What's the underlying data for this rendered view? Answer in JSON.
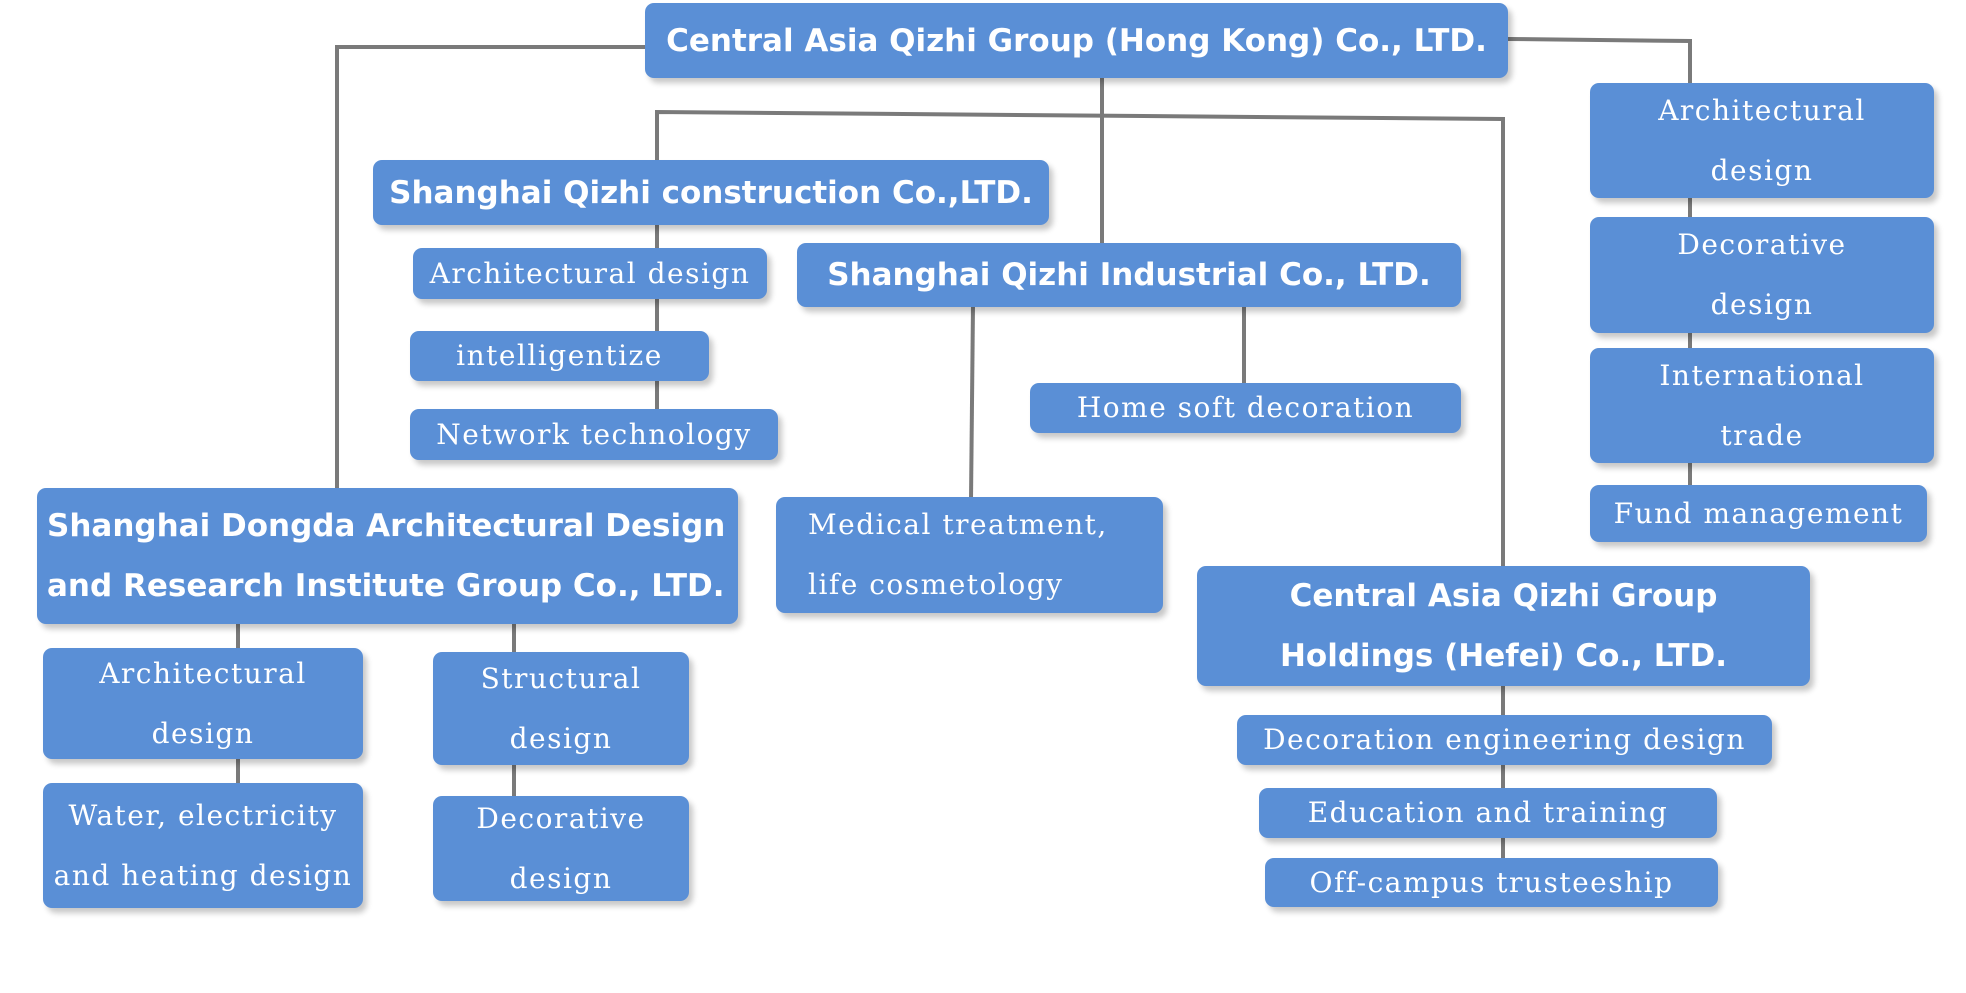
{
  "hk": {
    "name": "Central Asia Qizhi Group (Hong Kong) Co., LTD."
  },
  "hk_services": [
    {
      "label": "Architectural design"
    },
    {
      "label": "Decorative design"
    },
    {
      "label": "International trade"
    },
    {
      "label": "Fund management"
    }
  ],
  "construction": {
    "name": "Shanghai Qizhi construction Co.,LTD.",
    "services": [
      {
        "label": "Architectural design"
      },
      {
        "label": "intelligentize"
      },
      {
        "label": "Network technology"
      }
    ]
  },
  "industrial": {
    "name": "Shanghai Qizhi Industrial Co., LTD.",
    "services": [
      {
        "label": "Home soft decoration"
      },
      {
        "label": "Medical treatment, life cosmetology"
      }
    ]
  },
  "dongda": {
    "name": "Shanghai Dongda Architectural Design and Research Institute Group Co., LTD.",
    "services": [
      {
        "label": "Architectural design"
      },
      {
        "label": "Water, electricity and heating design"
      },
      {
        "label": "Structural design"
      },
      {
        "label": "Decorative design"
      }
    ]
  },
  "hefei": {
    "name": "Central Asia Qizhi Group Holdings (Hefei) Co., LTD.",
    "services": [
      {
        "label": "Decoration engineering design"
      },
      {
        "label": "Education and training"
      },
      {
        "label": "Off-campus trusteeship"
      }
    ]
  },
  "colors": {
    "box": "#5a8fd6",
    "line": "#7a7a7a",
    "text": "#ffffff"
  }
}
